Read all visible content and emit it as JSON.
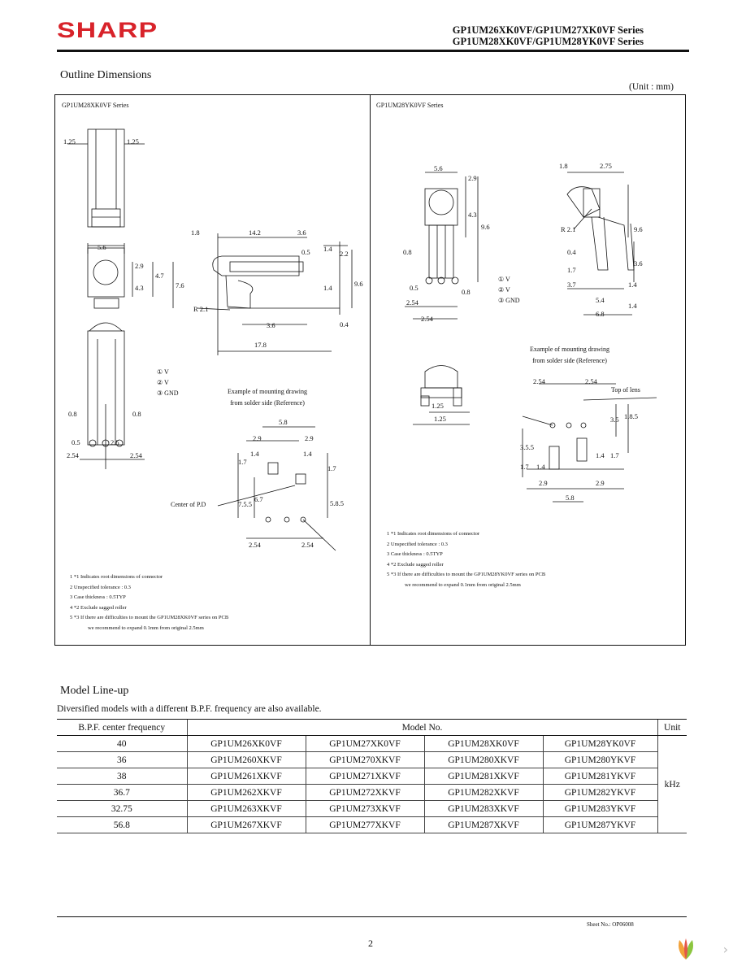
{
  "header": {
    "logo": "SHARP",
    "series_line1": "GP1UM26XK0VF/GP1UM27XK0VF Series",
    "series_line2": "GP1UM28XK0VF/GP1UM28YK0VF Series"
  },
  "outline": {
    "title": "Outline Dimensions",
    "unit": "(Unit : mm)",
    "left_label": "GP1UM28XK0VF Series",
    "right_label": "GP1UM28YK0VF Series",
    "pins": [
      "V",
      "V",
      "GND"
    ],
    "mount_title_1": "Example of mounting drawing",
    "mount_title_2": "from solder side (Reference)",
    "center_pd": "Center of P.D",
    "top_of_lens": "Top of lens",
    "left_notes": [
      "1  *1   Indicates root dimensions of connector",
      "2 Unspecified tolerance : 0.3",
      "3 Case thickness : 0.5TYP",
      "4  *2   Exclude sagged roller",
      "5  *3   If there are difficulties to mount the GP1UM28XK0VF series on PCB",
      "we recommend to expand 0.1mm from original 2.5mm"
    ],
    "right_notes": [
      "1  *1   Indicates root dimensions of connector",
      "2 Unspecified tolerance : 0.3",
      "3 Case thickness : 0.5TYP",
      "4  *2   Exclude sagged roller",
      "5  *3   If there are difficulties to mount the GP1UM28YK0VF series on PCB",
      "we recommend to expand 0.1mm from original 2.5mm"
    ]
  },
  "lineup": {
    "title": "Model Line-up",
    "description": "Diversified models with a different B.P.F. frequency are also available.",
    "col_freq": "B.P.F. center frequency",
    "col_model": "Model No.",
    "col_unit": "Unit",
    "unit_value": "kHz",
    "rows": [
      {
        "freq": "40",
        "m1": "GP1UM26XK0VF",
        "m2": "GP1UM27XK0VF",
        "m3": "GP1UM28XK0VF",
        "m4": "GP1UM28YK0VF"
      },
      {
        "freq": "36",
        "m1": "GP1UM260XKVF",
        "m2": "GP1UM270XKVF",
        "m3": "GP1UM280XKVF",
        "m4": "GP1UM280YKVF"
      },
      {
        "freq": "38",
        "m1": "GP1UM261XKVF",
        "m2": "GP1UM271XKVF",
        "m3": "GP1UM281XKVF",
        "m4": "GP1UM281YKVF"
      },
      {
        "freq": "36.7",
        "m1": "GP1UM262XKVF",
        "m2": "GP1UM272XKVF",
        "m3": "GP1UM282XKVF",
        "m4": "GP1UM282YKVF"
      },
      {
        "freq": "32.75",
        "m1": "GP1UM263XKVF",
        "m2": "GP1UM273XKVF",
        "m3": "GP1UM283XKVF",
        "m4": "GP1UM283YKVF"
      },
      {
        "freq": "56.8",
        "m1": "GP1UM267XKVF",
        "m2": "GP1UM277XKVF",
        "m3": "GP1UM287XKVF",
        "m4": "GP1UM287YKVF"
      }
    ]
  },
  "footer": {
    "sheet_no": "Sheet No.: OP06008",
    "page": "2"
  },
  "colors": {
    "brand": "#d8232a"
  }
}
